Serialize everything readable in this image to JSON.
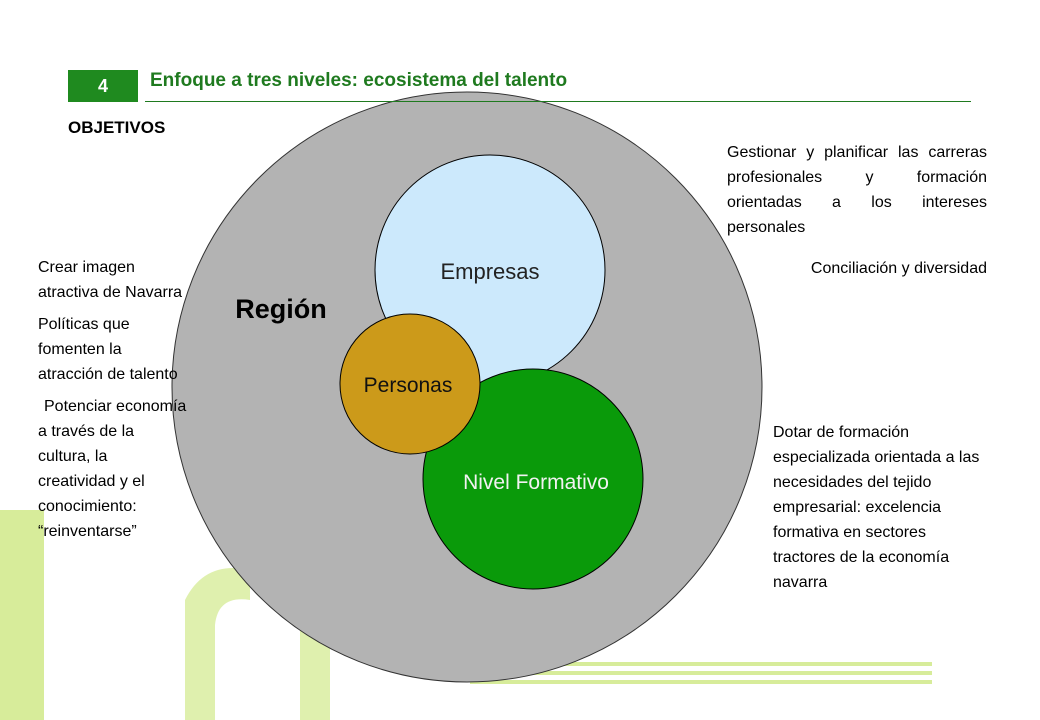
{
  "header": {
    "slide_number": "4",
    "title": "Enfoque a tres niveles: ecosistema del talento"
  },
  "section_label": "OBJETIVOS",
  "diagram": {
    "outer_label": "Región",
    "circles": [
      {
        "label": "Empresas"
      },
      {
        "label": "Personas"
      },
      {
        "label": "Nivel Formativo"
      }
    ]
  },
  "left_objectives": [
    "Crear imagen atractiva de Navarra",
    "Políticas que fomenten la atracción de talento",
    "Potenciar economía a través de la cultura, la creatividad y el conocimiento: “reinventarse”"
  ],
  "right_objectives": {
    "top": "Gestionar y planificar las carreras profesionales y formación orientadas a los intereses personales",
    "middle": "Conciliación y diversidad",
    "bottom": "Dotar de formación especializada orientada a las necesidades del tejido empresarial: excelencia formativa en sectores tractores de la economía navarra"
  },
  "colors": {
    "region": "#b3b3b3",
    "empresas": "#cce9fc",
    "personas": "#cc9a1a",
    "nivel_formativo": "#0a9a0a",
    "accent": "#1f8a1f",
    "watermark": "#d7ec9a"
  }
}
